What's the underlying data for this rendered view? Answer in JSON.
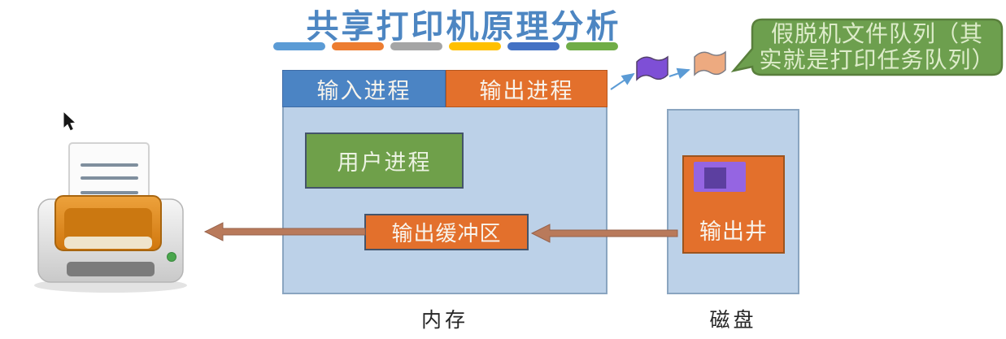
{
  "title": {
    "text": "共享打印机原理分析"
  },
  "divider_colors": [
    "#5b9bd5",
    "#ed7d31",
    "#a5a5a5",
    "#ffc000",
    "#4472c4",
    "#70ad47"
  ],
  "memory": {
    "label": "内存",
    "input_process_label": "输入进程",
    "output_process_label": "输出进程",
    "user_process_label": "用户进程",
    "output_buffer_label": "输出缓冲区"
  },
  "disk": {
    "label": "磁盘",
    "output_well_label": "输出井"
  },
  "callout": {
    "line1": "假脱机文件队列（其",
    "line2": "实就是打印任务队列）"
  },
  "icons": {
    "printer": "printer-icon",
    "cursor": "mouse-cursor-icon",
    "purple_flag": "spool-file-flag-purple-icon",
    "orange_flag": "spool-file-flag-orange-icon"
  },
  "colors": {
    "title": "#4d86c2",
    "memory_fill": "#bcd1e8",
    "header_blue": "#4b84c4",
    "accent_orange": "#e3702c",
    "user_process_green": "#6fa04a",
    "callout_green": "#6d9f4e",
    "callout_border": "#597f3c",
    "arrow_brown": "#b97a5b",
    "arrow_blue": "#5b9bd5",
    "flag_purple": "#7e4fd6",
    "flag_orange": "#edaa80"
  }
}
